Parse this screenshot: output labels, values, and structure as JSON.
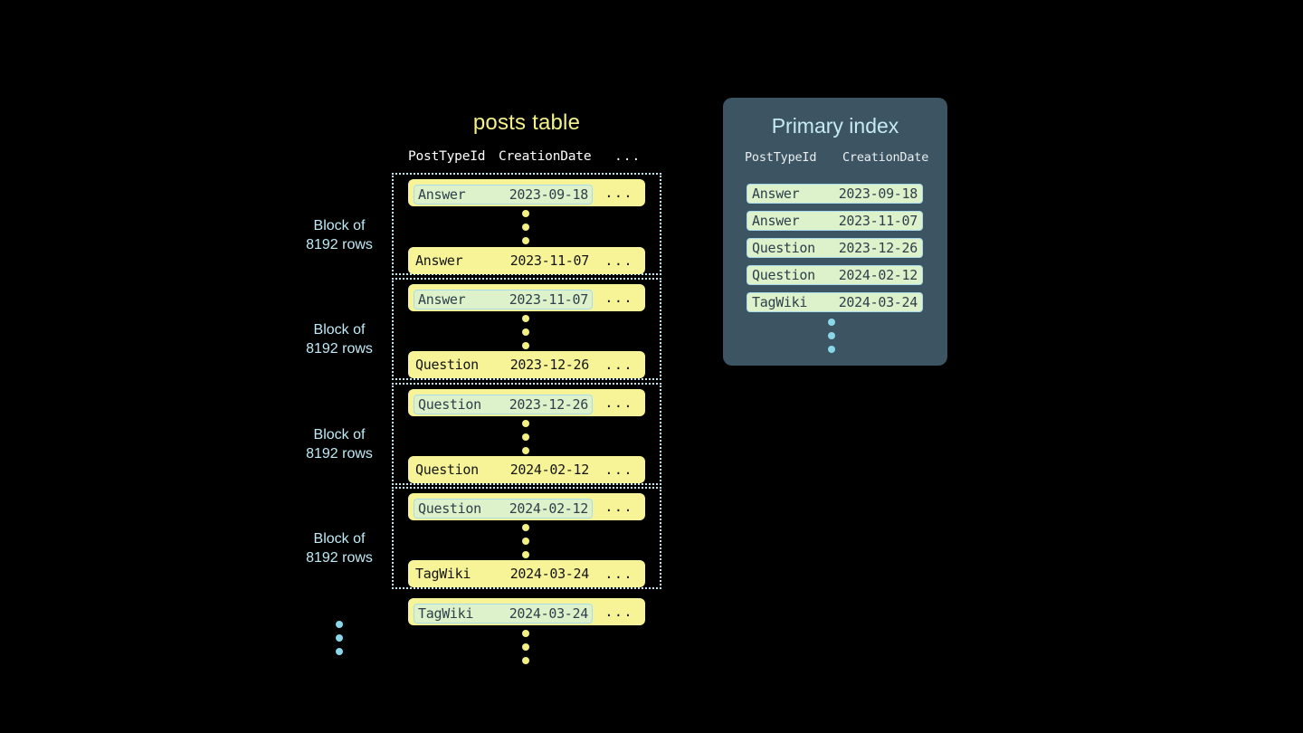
{
  "background_color": "#000000",
  "posts_table": {
    "title": "posts table",
    "title_color": "#f4f08a",
    "row_color": "#f7f497",
    "highlight_fill": "#ddf2cb",
    "highlight_border": "#a8dced",
    "columns": [
      "PostTypeId",
      "CreationDate",
      "..."
    ],
    "row_etc": "...",
    "block_label": "Block of\n8192 rows",
    "block_label_line1": "Block of",
    "block_label_line2": "8192 rows",
    "blocks": [
      {
        "label_line1": "Block of",
        "label_line2": "8192 rows",
        "first_row": {
          "post_type_id": "Answer",
          "creation_date": "2023-09-18",
          "etc": "...",
          "highlighted": true
        },
        "last_row": {
          "post_type_id": "Answer",
          "creation_date": "2023-11-07",
          "etc": "...",
          "highlighted": false
        }
      },
      {
        "label_line1": "Block of",
        "label_line2": "8192 rows",
        "first_row": {
          "post_type_id": "Answer",
          "creation_date": "2023-11-07",
          "etc": "...",
          "highlighted": true
        },
        "last_row": {
          "post_type_id": "Question",
          "creation_date": "2023-12-26",
          "etc": "...",
          "highlighted": false
        }
      },
      {
        "label_line1": "Block of",
        "label_line2": "8192 rows",
        "first_row": {
          "post_type_id": "Question",
          "creation_date": "2023-12-26",
          "etc": "...",
          "highlighted": true
        },
        "last_row": {
          "post_type_id": "Question",
          "creation_date": "2024-02-12",
          "etc": "...",
          "highlighted": false
        }
      },
      {
        "label_line1": "Block of",
        "label_line2": "8192 rows",
        "first_row": {
          "post_type_id": "Question",
          "creation_date": "2024-02-12",
          "etc": "...",
          "highlighted": true
        },
        "last_row": {
          "post_type_id": "TagWiki",
          "creation_date": "2024-03-24",
          "etc": "...",
          "highlighted": false
        }
      }
    ],
    "trailing_row": {
      "post_type_id": "TagWiki",
      "creation_date": "2024-03-24",
      "etc": "...",
      "highlighted": true
    }
  },
  "primary_index": {
    "title": "Primary index",
    "title_color": "#c5e9f5",
    "panel_color": "#3d5562",
    "columns": [
      "PostTypeId",
      "CreationDate"
    ],
    "entry_fill": "#ddf2cb",
    "entry_border": "#a8dced",
    "entries": [
      {
        "post_type_id": "Answer",
        "creation_date": "2023-09-18"
      },
      {
        "post_type_id": "Answer",
        "creation_date": "2023-11-07"
      },
      {
        "post_type_id": "Question",
        "creation_date": "2023-12-26"
      },
      {
        "post_type_id": "Question",
        "creation_date": "2024-02-12"
      },
      {
        "post_type_id": "TagWiki",
        "creation_date": "2024-03-24"
      }
    ],
    "ellipsis_color": "#8ad7ea"
  }
}
